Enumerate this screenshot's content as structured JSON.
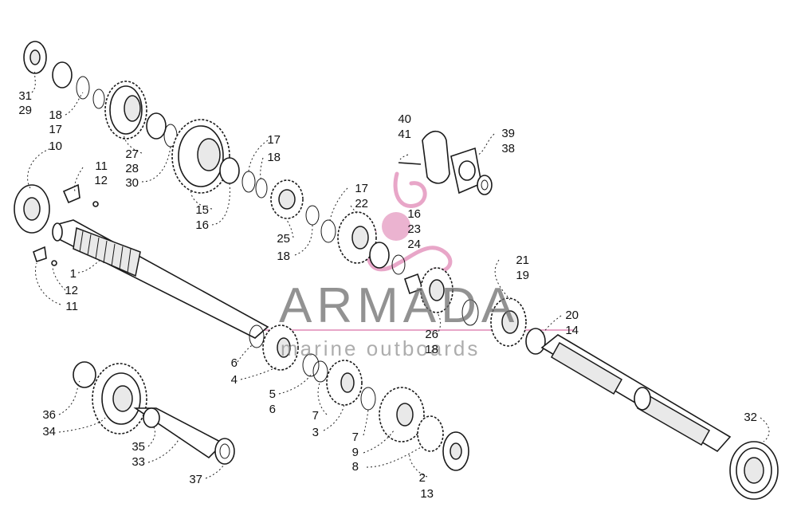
{
  "watermark": {
    "title": "ARMADA",
    "subtitle": "marine outboards",
    "pink": "#e8a6c8",
    "gray": "#6e6e6e"
  },
  "parts": [
    {
      "id": "l31",
      "text": "31"
    },
    {
      "id": "l29",
      "text": "29"
    },
    {
      "id": "l18a",
      "text": "18"
    },
    {
      "id": "l17a",
      "text": "17"
    },
    {
      "id": "l10a",
      "text": "10"
    },
    {
      "id": "l10b",
      "text": "10"
    },
    {
      "id": "l27",
      "text": "27"
    },
    {
      "id": "l28",
      "text": "28"
    },
    {
      "id": "l30",
      "text": "30"
    },
    {
      "id": "l11a",
      "text": "11"
    },
    {
      "id": "l12a",
      "text": "12"
    },
    {
      "id": "l15",
      "text": "15"
    },
    {
      "id": "l16a",
      "text": "16"
    },
    {
      "id": "l17b",
      "text": "17"
    },
    {
      "id": "l18b",
      "text": "18"
    },
    {
      "id": "l25",
      "text": "25"
    },
    {
      "id": "l18c",
      "text": "18"
    },
    {
      "id": "l17c",
      "text": "17"
    },
    {
      "id": "l22",
      "text": "22"
    },
    {
      "id": "l16b",
      "text": "16"
    },
    {
      "id": "l23",
      "text": "23"
    },
    {
      "id": "l24",
      "text": "24"
    },
    {
      "id": "l40",
      "text": "40"
    },
    {
      "id": "l41",
      "text": "41"
    },
    {
      "id": "l39",
      "text": "39"
    },
    {
      "id": "l38",
      "text": "38"
    },
    {
      "id": "l21",
      "text": "21"
    },
    {
      "id": "l19",
      "text": "19"
    },
    {
      "id": "l20",
      "text": "20"
    },
    {
      "id": "l14",
      "text": "14"
    },
    {
      "id": "l26",
      "text": "26"
    },
    {
      "id": "l18d",
      "text": "18"
    },
    {
      "id": "l1",
      "text": "1"
    },
    {
      "id": "l12b",
      "text": "12"
    },
    {
      "id": "l11b",
      "text": "11"
    },
    {
      "id": "l6a",
      "text": "6"
    },
    {
      "id": "l4",
      "text": "4"
    },
    {
      "id": "l5",
      "text": "5"
    },
    {
      "id": "l6b",
      "text": "6"
    },
    {
      "id": "l7a",
      "text": "7"
    },
    {
      "id": "l3",
      "text": "3"
    },
    {
      "id": "l7b",
      "text": "7"
    },
    {
      "id": "l9",
      "text": "9"
    },
    {
      "id": "l8",
      "text": "8"
    },
    {
      "id": "l2",
      "text": "2"
    },
    {
      "id": "l13",
      "text": "13"
    },
    {
      "id": "l36",
      "text": "36"
    },
    {
      "id": "l34",
      "text": "34"
    },
    {
      "id": "l35",
      "text": "35"
    },
    {
      "id": "l33",
      "text": "33"
    },
    {
      "id": "l37",
      "text": "37"
    },
    {
      "id": "l32",
      "text": "32"
    }
  ]
}
